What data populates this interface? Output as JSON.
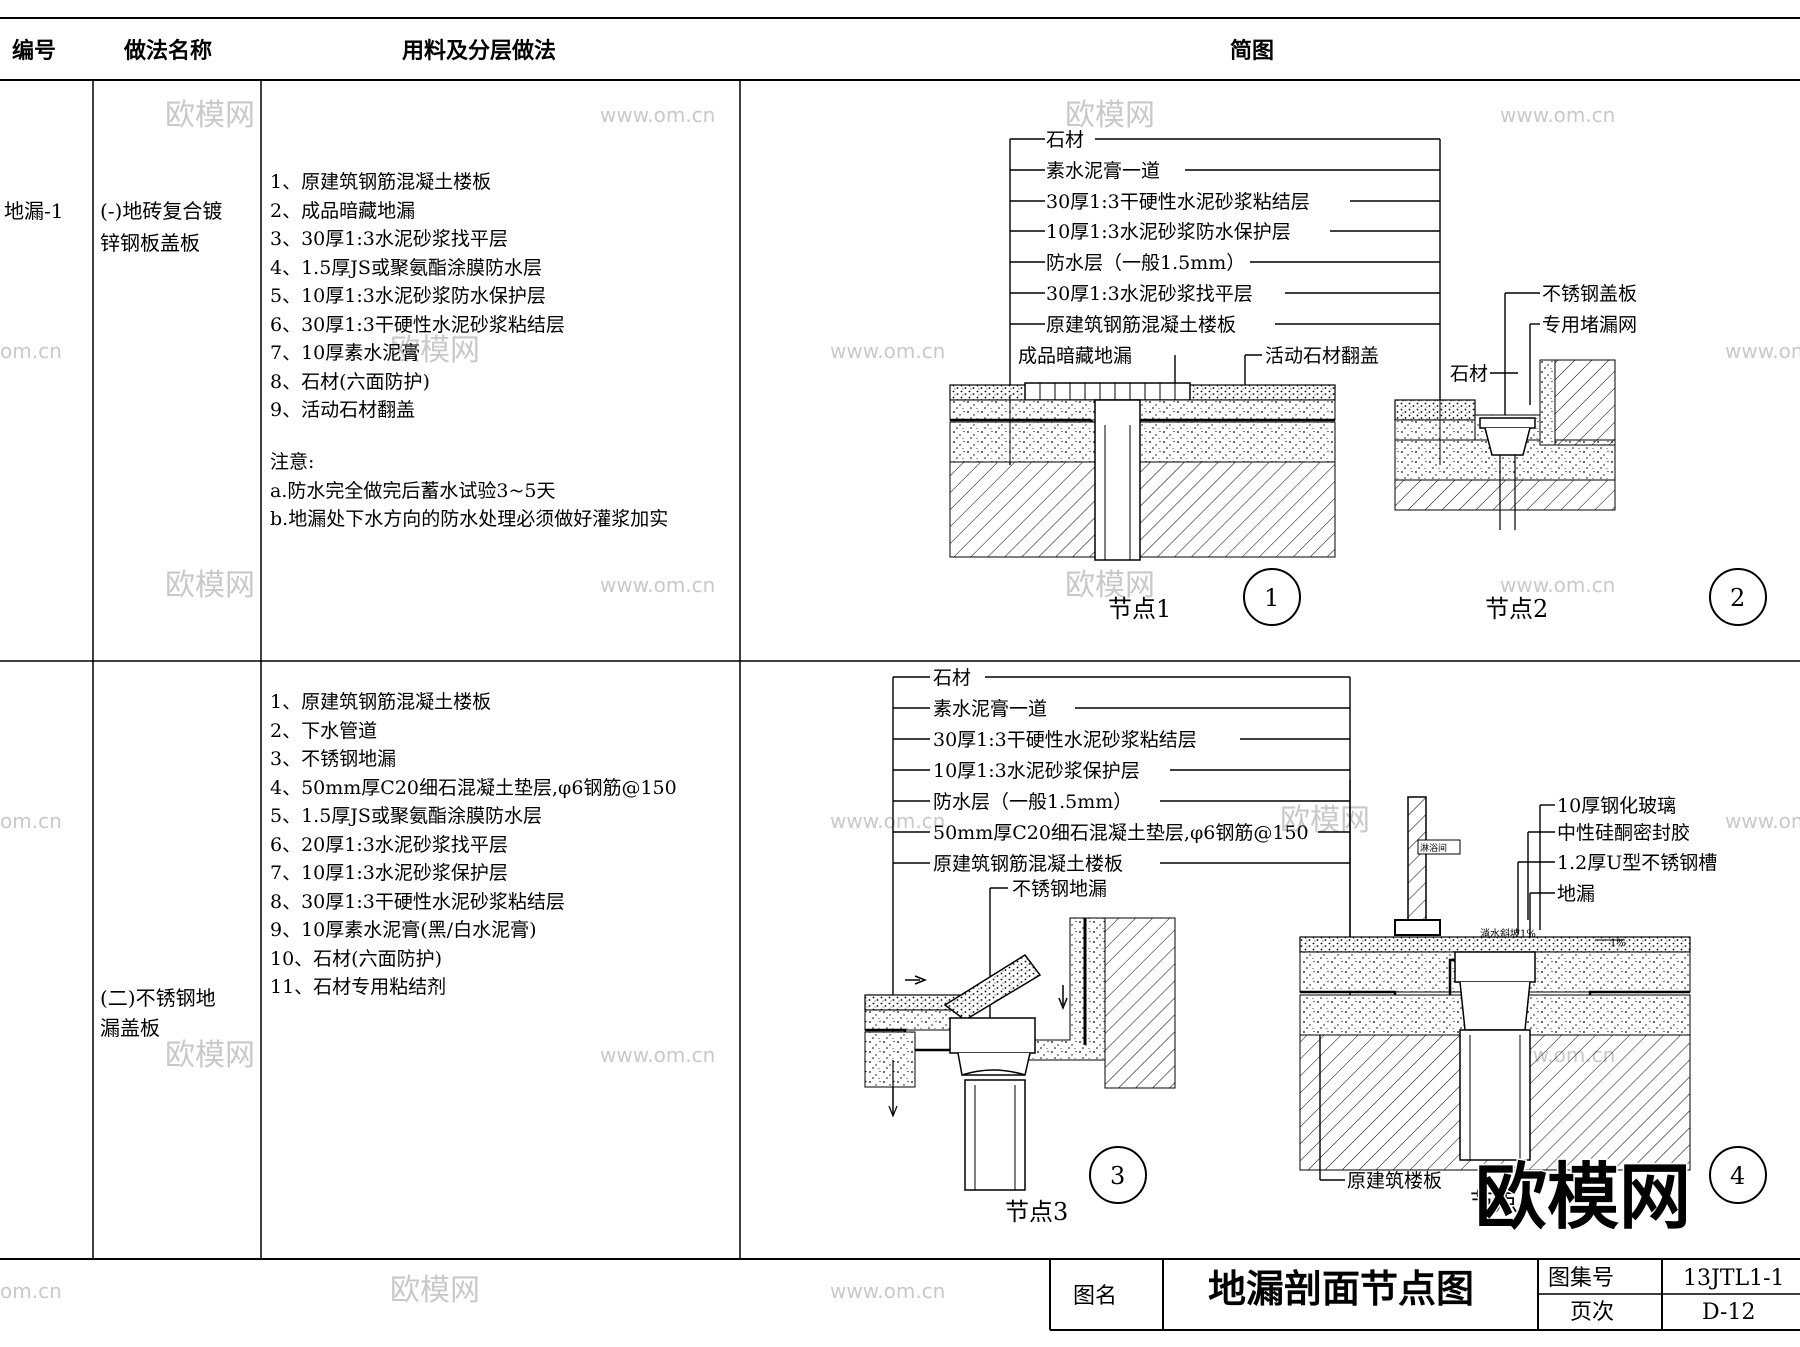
{
  "header": {
    "col_no": "编号",
    "col_name": "做法名称",
    "col_layers": "用料及分层做法",
    "col_sketch": "简图"
  },
  "rows": [
    {
      "code": "地漏-1",
      "name_lines": [
        "(-)地砖复合镀",
        "锌钢板盖板"
      ],
      "layers": [
        "1、原建筑钢筋混凝土楼板",
        "2、成品暗藏地漏",
        "3、30厚1:3水泥砂浆找平层",
        "4、1.5厚JS或聚氨酯涂膜防水层",
        "5、10厚1:3水泥砂浆防水保护层",
        "6、30厚1:3干硬性水泥砂浆粘结层",
        "7、10厚素水泥膏",
        "8、石材(六面防护)",
        "9、活动石材翻盖"
      ],
      "note_title": "注意:",
      "notes": [
        "a.防水完全做完后蓄水试验3~5天",
        "b.地漏处下水方向的防水处理必须做好灌浆加实"
      ]
    },
    {
      "name_lines": [
        "(二)不锈钢地",
        "漏盖板"
      ],
      "layers": [
        "1、原建筑钢筋混凝土楼板",
        "2、下水管道",
        "3、不锈钢地漏",
        "4、50mm厚C20细石混凝土垫层,φ6钢筋@150",
        "5、1.5厚JS或聚氨酯涂膜防水层",
        "6、20厚1:3水泥砂浆找平层",
        "7、10厚1:3水泥砂浆保护层",
        "8、30厚1:3干硬性水泥砂浆粘结层",
        "9、10厚素水泥膏(黑/白水泥膏)",
        "10、石材(六面防护)",
        "11、石材专用粘结剂"
      ]
    }
  ],
  "node1": {
    "callouts": [
      "石材",
      "素水泥膏一道",
      "30厚1:3干硬性水泥砂浆粘结层",
      "10厚1:3水泥砂浆防水保护层",
      "防水层（一般1.5mm）",
      "30厚1:3水泥砂浆找平层",
      "原建筑钢筋混凝土楼板"
    ],
    "left_label": "成品暗藏地漏",
    "right_label": "活动石材翻盖",
    "caption": "节点1",
    "number": "1"
  },
  "node2": {
    "labels": [
      "不锈钢盖板",
      "专用堵漏网"
    ],
    "stone_label": "石材",
    "caption": "节点2",
    "number": "2"
  },
  "node3": {
    "callouts": [
      "石材",
      "素水泥膏一道",
      "30厚1:3干硬性水泥砂浆粘结层",
      "10厚1:3水泥砂浆保护层",
      "防水层（一般1.5mm）",
      "50mm厚C20细石混凝土垫层,φ6钢筋@150",
      "原建筑钢筋混凝土楼板"
    ],
    "drain_label": "不锈钢地漏",
    "caption": "节点3",
    "number": "3"
  },
  "node4": {
    "labels": [
      "10厚钢化玻璃",
      "中性硅酮密封胶",
      "1.2厚U型不锈钢槽",
      "地漏"
    ],
    "room_tag": "淋浴间",
    "slope_label": "淌水斜坡1%",
    "slope_small": "1%",
    "bottom_label": "原建筑楼板",
    "caption": "节点4",
    "number": "4"
  },
  "titleblock": {
    "name_label": "图名",
    "title": "地漏剖面节点图",
    "atlas_label": "图集号",
    "atlas_no": "13JTL1-1",
    "page_label": "页次",
    "page_no": "D-12"
  },
  "watermarks": {
    "brand": "欧模网",
    "url": "www.om.cn",
    "url_short": "om.cn",
    "big_brand": "欧模网"
  },
  "colors": {
    "line": "#000000",
    "watermark": "#c9c9c9"
  }
}
